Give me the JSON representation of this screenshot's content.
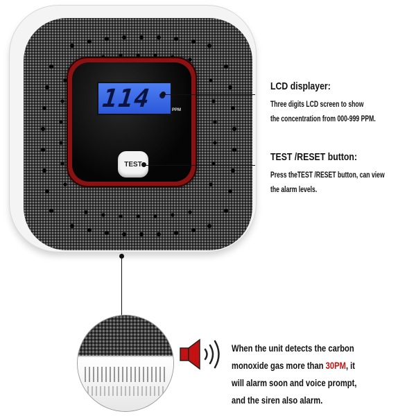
{
  "device": {
    "lcd_reading": "114",
    "ppm_unit": "PPM",
    "test_button_label": "TEST"
  },
  "annotations": {
    "lcd": {
      "title": "LCD displayer:",
      "line1": "Three digits LCD screen to show",
      "line2": "the concentration from 000-999 PPM."
    },
    "test_reset": {
      "title": "TEST /RESET button:",
      "line1": "Press theTEST /RESET button, can view",
      "line2": "the alarm levels."
    }
  },
  "alarm": {
    "line1": "When the unit detects the carbon",
    "line2_prefix": "monoxide gas more than ",
    "line2_highlight": "30PM",
    "line2_suffix": ", it",
    "line3": "will alarm soon and voice prompt,",
    "line4": "and the siren also alarm.",
    "highlight_color": "#c41212"
  },
  "icons": [
    "speaker-icon",
    "sound-waves-icon"
  ],
  "colors": {
    "lcd_blue": "#3a68e4",
    "ring_red": "#8a1212",
    "grille_dark": "#3a3a3a"
  }
}
